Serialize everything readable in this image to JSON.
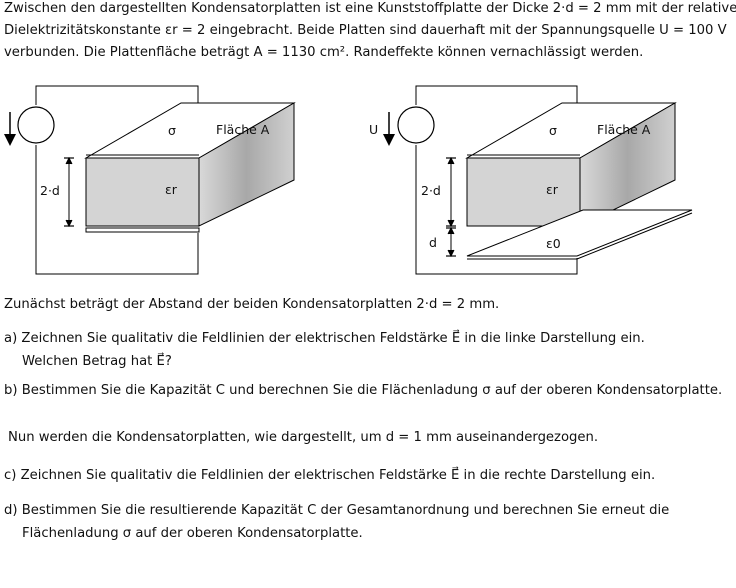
{
  "intro": {
    "line1": "Zwischen den dargestellten Kondensatorplatten ist eine Kunststoffplatte der Dicke 2·d = 2 mm mit der relativen",
    "line2": "Dielektrizitätskonstante εr = 2 eingebracht. Beide Platten sind dauerhaft mit der Spannungsquelle U = 100 V",
    "line3": "verbunden. Die Plattenfläche beträgt A = 1130 cm². Randeffekte können vernachlässigt werden."
  },
  "figure": {
    "left": {
      "sigma": "σ",
      "area": "Fläche A",
      "dim_label": "2·d",
      "eps": "εr"
    },
    "right": {
      "u_label": "U",
      "sigma": "σ",
      "area": "Fläche A",
      "dim_label": "2·d",
      "d_label": "d",
      "eps_r": "εr",
      "eps_0": "ε0"
    }
  },
  "text": {
    "start_distance": "Zunächst beträgt der Abstand der beiden Kondensatorplatten 2·d = 2 mm.",
    "task_a_line1": "a) Zeichnen Sie qualitativ die Feldlinien der elektrischen Feldstärke E⃗ in die linke Darstellung ein.",
    "task_a_line2": "Welchen Betrag hat E⃗?",
    "task_b": "b) Bestimmen Sie die Kapazität C und berechnen Sie die Flächenladung σ auf der oberen Kondensatorplatte.",
    "pulled_apart": "Nun werden die Kondensatorplatten, wie dargestellt, um d = 1 mm auseinandergezogen.",
    "task_c": "c) Zeichnen Sie qualitativ die Feldlinien der elektrischen Feldstärke E⃗ in die rechte Darstellung ein.",
    "task_d_line1": "d) Bestimmen Sie die resultierende Kapazität C der Gesamtanordnung und berechnen Sie erneut die",
    "task_d_line2": "Flächenladung σ auf der oberen Kondensatorplatte."
  }
}
